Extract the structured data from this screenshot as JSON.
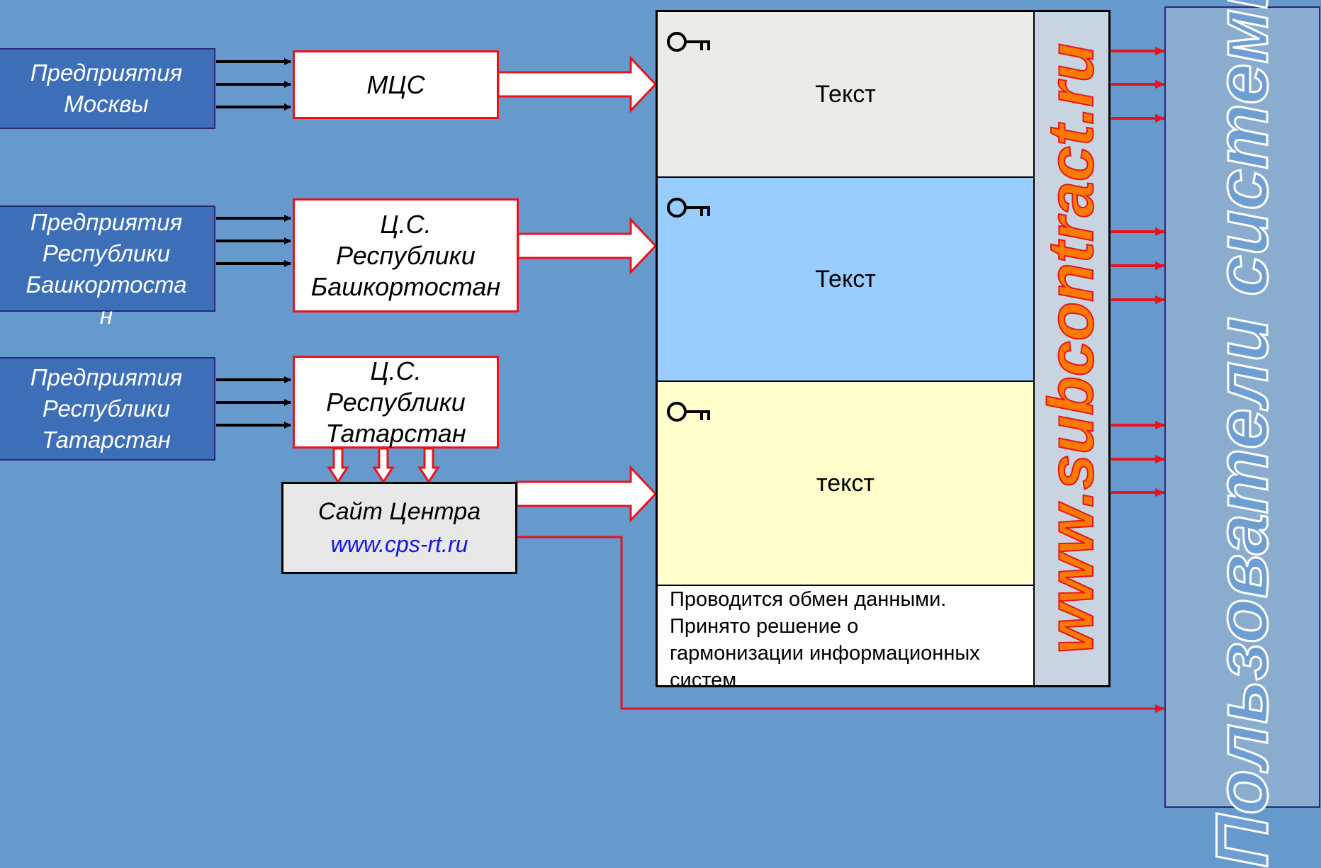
{
  "sources": [
    {
      "label": "Предприятия\nМосквы"
    },
    {
      "label": "Предприятия\nРеспублики\nБашкортоста\nн"
    },
    {
      "label": "Предприятия\nРеспублики\nТатарстан"
    }
  ],
  "centers": [
    {
      "label": "МЦС"
    },
    {
      "label": "Ц.С.\nРеспублики\nБашкортостан"
    },
    {
      "label": "Ц.С.\nРеспублики\nТатарстан"
    }
  ],
  "site": {
    "title": "Сайт Центра",
    "url": "www.cps-rt.ru"
  },
  "database": {
    "sections": [
      {
        "text": "Текст"
      },
      {
        "text": "Текст"
      },
      {
        "text": "текст"
      }
    ],
    "note": "Проводится обмен данными.\nПринято решение о\nгармонизации информационных\nсистем"
  },
  "portal_label": "www.subcontract.ru",
  "users_label": "Пользователи системы",
  "icons": {
    "key": "key-icon",
    "arrow_black": "arrow-right-black",
    "arrow_red": "arrow-right-red",
    "arrow_block": "block-arrow-right",
    "arrow_down": "arrow-down-red"
  },
  "colors": {
    "background": "#6699cc",
    "source_box": "#3d6fb8",
    "accent_red": "#e8141c",
    "section_blue": "#99ccff",
    "section_yellow": "#ffffcc",
    "portal_strip": "#c8d4e0"
  }
}
